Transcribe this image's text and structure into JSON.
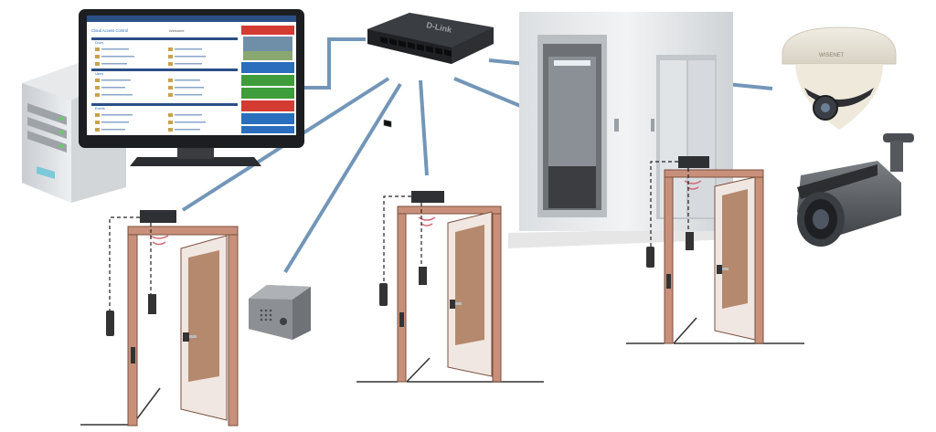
{
  "switch": {
    "brand": "D-Link",
    "port_count": 8
  },
  "camera_dome": {
    "brand": "WISENET"
  },
  "monitor": {
    "app_title": "Cloud Access Control",
    "header_right": "Welcome",
    "sections": [
      "Doors",
      "Users",
      "Events"
    ]
  },
  "colors": {
    "connection_line": "#7396b8",
    "door_frame": "#c8907a",
    "door_panel": "#b5896d",
    "monitor_accent": "#2a6ebd",
    "status_red": "#d43b33",
    "status_green": "#3f9c3a"
  }
}
